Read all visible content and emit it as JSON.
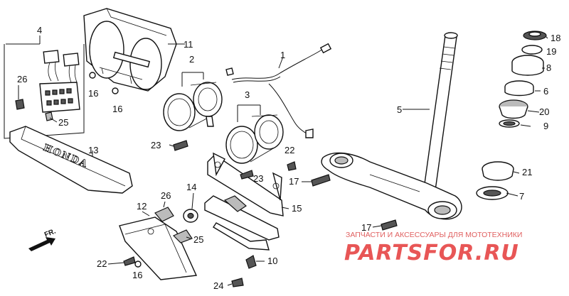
{
  "callouts": {
    "c1": "1",
    "c2": "2",
    "c3": "3",
    "c4": "4",
    "c5": "5",
    "c6": "6",
    "c7": "7",
    "c8": "8",
    "c9": "9",
    "c10": "10",
    "c11": "11",
    "c12": "12",
    "c13": "13",
    "c14": "14",
    "c15": "15",
    "c16a": "16",
    "c16b": "16",
    "c16c": "16",
    "c17a": "17",
    "c17b": "17",
    "c18": "18",
    "c19": "19",
    "c20": "20",
    "c21": "21",
    "c22a": "22",
    "c22b": "22",
    "c23a": "23",
    "c23b": "23",
    "c24": "24",
    "c25a": "25",
    "c25b": "25",
    "c26a": "26",
    "c26b": "26"
  },
  "emblem_text": "HONDA",
  "direction_label": "FR.",
  "watermark": {
    "subtitle": "ЗАПЧАСТИ И АКСЕССУАРЫ ДЛЯ МОТОТЕХНИКИ",
    "logo": "PARTSFOR.RU"
  }
}
